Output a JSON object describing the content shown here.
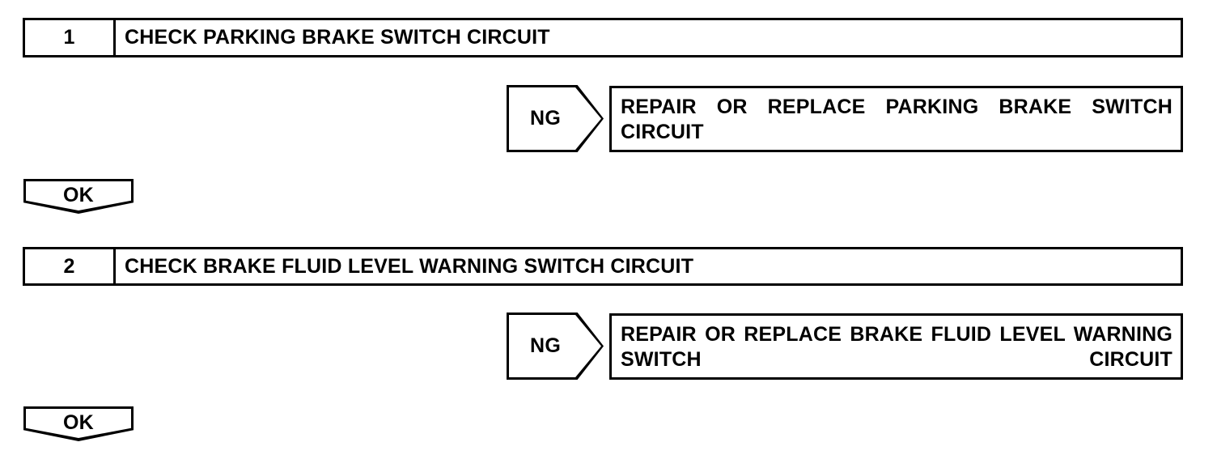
{
  "document": {
    "type": "diagnostic-flowchart",
    "background_color": "#ffffff",
    "line_color": "#000000",
    "text_color": "#000000"
  },
  "steps": [
    {
      "number": "1",
      "title": "CHECK PARKING BRAKE SWITCH CIRCUIT",
      "branch": {
        "tag": "NG",
        "action": "REPAIR OR REPLACE PARKING BRAKE SWITCH CIRCUIT"
      },
      "pass": {
        "tag": "OK"
      }
    },
    {
      "number": "2",
      "title": "CHECK BRAKE FLUID LEVEL WARNING SWITCH CIRCUIT",
      "branch": {
        "tag": "NG",
        "action": "REPAIR OR REPLACE BRAKE FLUID LEVEL WARNING SWITCH CIRCUIT"
      },
      "pass": {
        "tag": "OK"
      }
    }
  ]
}
